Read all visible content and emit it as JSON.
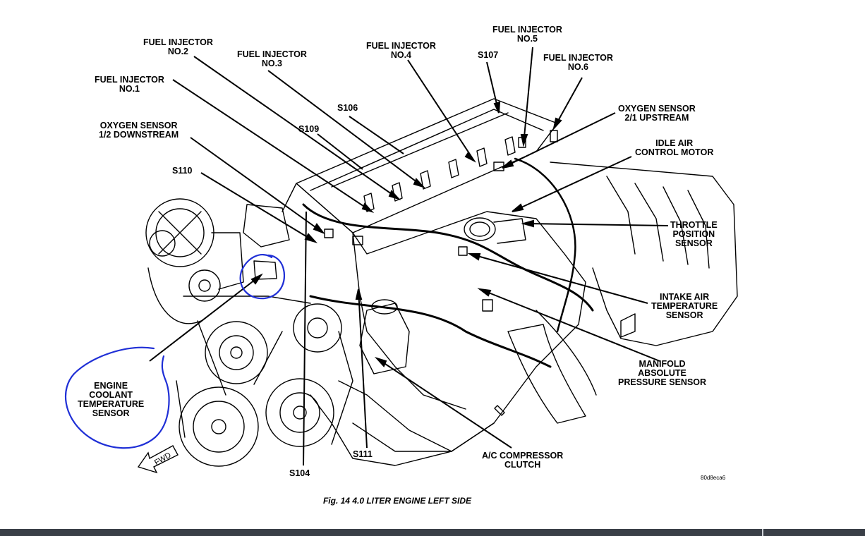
{
  "labels": {
    "fuel_injector_no1": [
      "FUEL INJECTOR",
      "NO.1"
    ],
    "fuel_injector_no2": [
      "FUEL INJECTOR",
      "NO.2"
    ],
    "fuel_injector_no3": [
      "FUEL INJECTOR",
      "NO.3"
    ],
    "fuel_injector_no4": [
      "FUEL INJECTOR",
      "NO.4"
    ],
    "fuel_injector_no5": [
      "FUEL INJECTOR",
      "NO.5"
    ],
    "fuel_injector_no6": [
      "FUEL INJECTOR",
      "NO.6"
    ],
    "oxygen_sensor_12": [
      "OXYGEN SENSOR",
      "1/2 DOWNSTREAM"
    ],
    "oxygen_sensor_21": [
      "OXYGEN SENSOR",
      "2/1 UPSTREAM"
    ],
    "idle_air": [
      "IDLE AIR",
      "CONTROL MOTOR"
    ],
    "throttle": [
      "THROTTLE",
      "POSITION",
      "SENSOR"
    ],
    "intake_air": [
      "INTAKE AIR",
      "TEMPERATURE",
      "SENSOR"
    ],
    "map_sensor": [
      "MANIFOLD",
      "ABSOLUTE",
      "PRESSURE SENSOR"
    ],
    "ac_clutch": [
      "A/C COMPRESSOR",
      "CLUTCH"
    ],
    "coolant": [
      "ENGINE",
      "COOLANT",
      "TEMPERATURE",
      "SENSOR"
    ]
  },
  "codes": {
    "s104": "S104",
    "s106": "S106",
    "s107": "S107",
    "s109": "S109",
    "s110": "S110",
    "s111": "S111"
  },
  "fwd": "FWD",
  "figure_id": "80d8eca6",
  "caption": "Fig. 14 4.0 LITER ENGINE LEFT SIDE",
  "colors": {
    "ink": "#000000",
    "highlight": "#1f2fd6",
    "bar": "#3a3f47"
  }
}
